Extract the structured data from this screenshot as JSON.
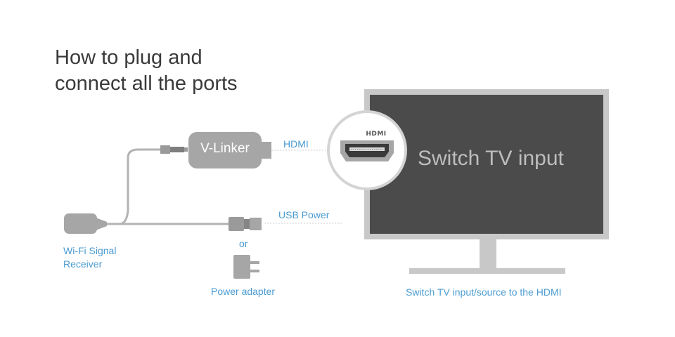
{
  "title": {
    "line1": "How to plug and",
    "line2": "connect all the ports"
  },
  "device": {
    "label": "V-Linker"
  },
  "connections": {
    "hdmi_label": "HDMI",
    "usb_label": "USB Power",
    "or_label": "or",
    "adapter_label": "Power adapter"
  },
  "receiver": {
    "line1": "Wi-Fi Signal",
    "line2": "Receiver"
  },
  "hdmi_port": {
    "badge": "HDMI"
  },
  "tv": {
    "screen_text": "Switch TV input",
    "caption": "Switch TV input/source to the HDMI"
  },
  "icons": [
    "wifi-receiver-icon",
    "hdmi-plug-icon",
    "usb-plug-icon",
    "power-adapter-icon",
    "hdmi-port-icon",
    "tv-icon"
  ],
  "colors": {
    "accent": "#4a9bd1",
    "device_gray": "#a6a6a6",
    "screen": "#4b4b4b",
    "tv_frame": "#c8c8c8",
    "title": "#3a3a3a"
  }
}
